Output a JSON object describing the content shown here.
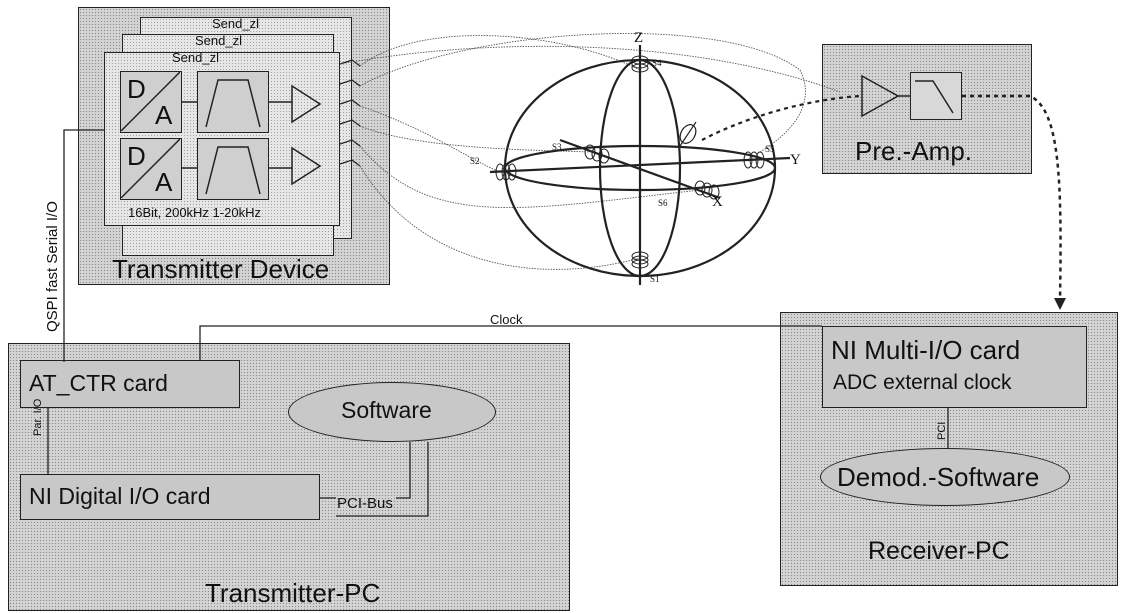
{
  "transmitter_device": {
    "title": "Transmitter Device",
    "card_labels": [
      "Send_zl",
      "Send_zl",
      "Send_zl"
    ],
    "dac_letters": {
      "d": "D",
      "a": "A"
    },
    "spec_label": "16Bit, 200kHz    1-20kHz"
  },
  "sphere": {
    "axis_labels": {
      "z": "Z",
      "y": "Y",
      "x": "X"
    },
    "coil_labels": [
      "S1",
      "S2",
      "S3",
      "S4",
      "S5",
      "S6"
    ]
  },
  "preamp": {
    "title": "Pre.-Amp."
  },
  "transmitter_pc": {
    "title": "Transmitter-PC",
    "at_ctr_card": "AT_CTR card",
    "ni_digital_card": "NI Digital I/O card",
    "software": "Software",
    "pci_bus": "PCI-Bus",
    "par_io": "Par. I/O",
    "qspi": "QSPI fast Serial I/O"
  },
  "receiver_pc": {
    "title": "Receiver-PC",
    "card_line1": "NI Multi-I/O card",
    "card_line2": "ADC external clock",
    "pci": "PCI",
    "demod_software": "Demod.-Software"
  },
  "clock_label": "Clock",
  "colors": {
    "stipple": "#d4d4d4",
    "line": "#222222"
  }
}
